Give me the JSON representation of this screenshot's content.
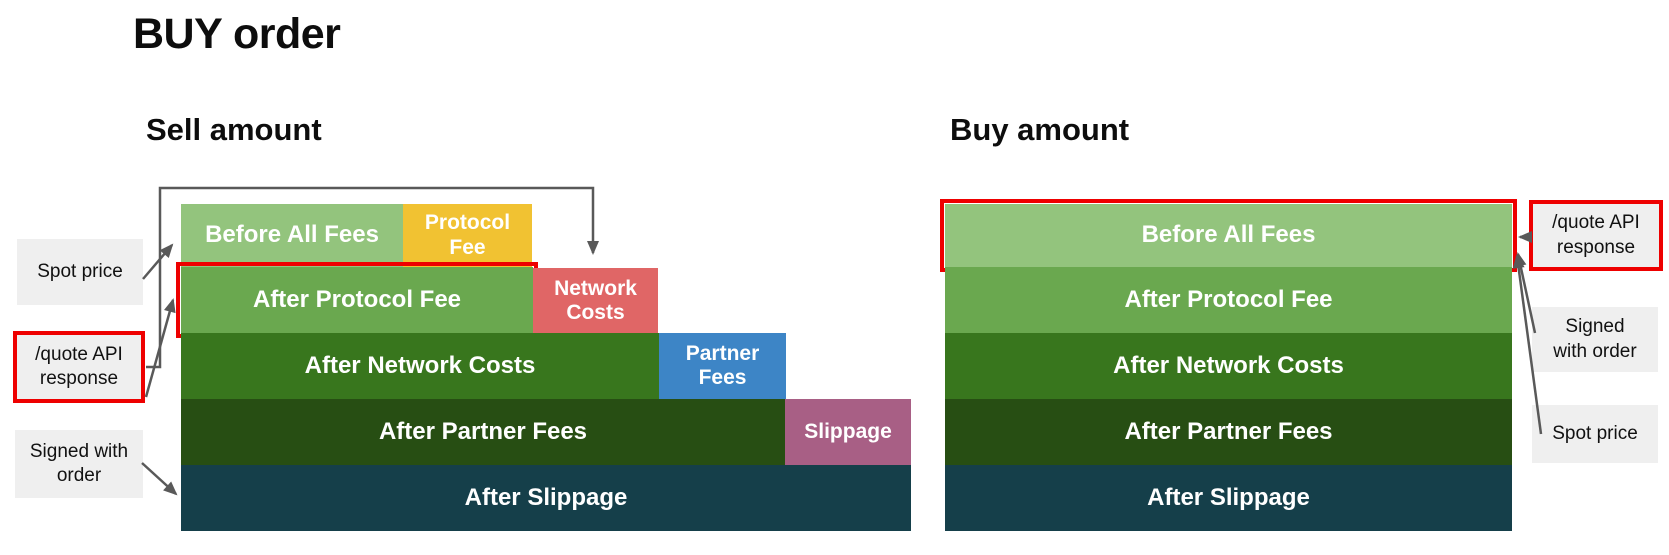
{
  "title": "BUY order",
  "left": {
    "title": "Sell amount",
    "rows": [
      {
        "main": "Before All Fees",
        "fee": "Protocol Fee"
      },
      {
        "main": "After Protocol Fee",
        "fee": "Network Costs"
      },
      {
        "main": "After Network Costs",
        "fee": "Partner Fees"
      },
      {
        "main": "After Partner Fees",
        "fee": "Slippage"
      },
      {
        "main": "After Slippage",
        "fee": null
      }
    ],
    "labels": {
      "spot_price": "Spot price",
      "quote_api": "/quote API response",
      "signed": "Signed with order"
    }
  },
  "right": {
    "title": "Buy amount",
    "rows": [
      "Before All Fees",
      "After Protocol Fee",
      "After Network Costs",
      "After Partner Fees",
      "After Slippage"
    ],
    "labels": {
      "quote_api": "/quote API response",
      "signed": "Signed with order",
      "spot_price": "Spot price"
    }
  },
  "colors": {
    "before_all_fees": "#93c47d",
    "after_protocol_fee": "#6aa84f",
    "after_network_costs": "#38761d",
    "after_partner_fees": "#274e13",
    "after_slippage": "#153f4a",
    "protocol_fee": "#f1c232",
    "network_costs": "#e06666",
    "partner_fees": "#3d85c6",
    "slippage": "#a85f85",
    "note_background": "#efefef",
    "highlight_red": "#ee0000",
    "arrow_gray": "#595959"
  }
}
